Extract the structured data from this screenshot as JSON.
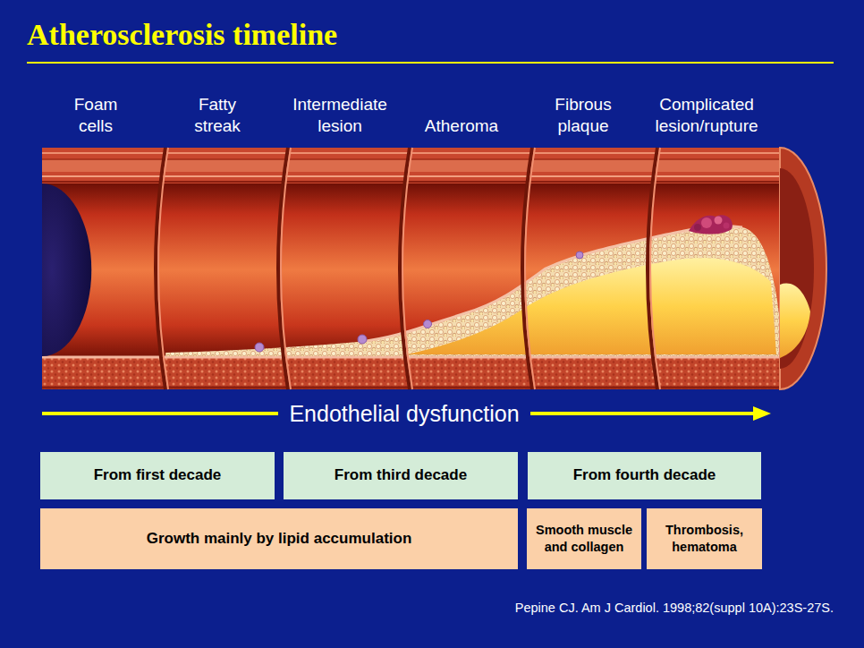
{
  "diagram": {
    "title": "Atherosclerosis timeline",
    "caption": "Pepine CJ. Am J Cardiol. 1998;82(suppl 10A):23S-27S.",
    "nodes": [
      {
        "text": [
          "From first decade"
        ]
      },
      {
        "text": [
          "From third decade"
        ]
      },
      {
        "text": [
          "From fourth decade"
        ]
      },
      {
        "text": [
          "Growth mainly by lipid accumulation"
        ]
      },
      {
        "text": [
          "Smooth muscle and collagen"
        ]
      },
      {
        "text": [
          "Thrombosis, hematoma"
        ]
      }
    ],
    "labels": [
      "Foam cells",
      "Fatty streak",
      "Intermediate lesion",
      "Atheroma",
      "Fibrous plaque",
      "Complicated lesion/rupture",
      "Endothelial dysfunction"
    ]
  }
}
